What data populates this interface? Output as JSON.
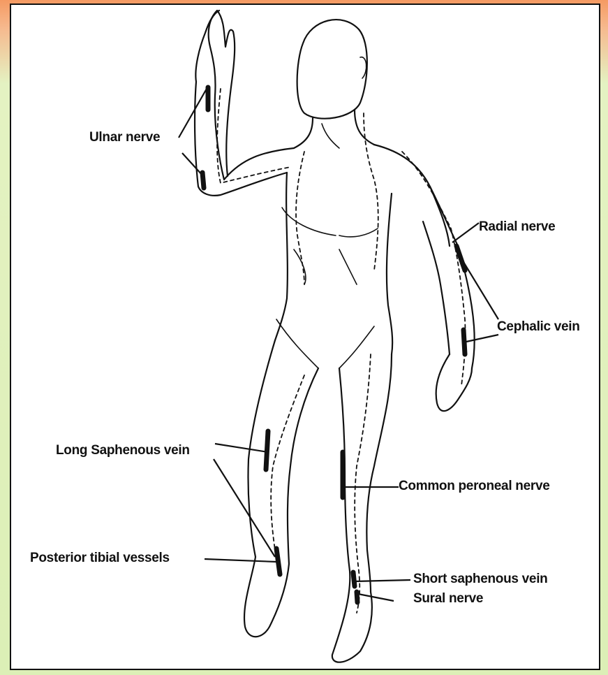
{
  "labels": {
    "ulnar_nerve": "Ulnar nerve",
    "radial_nerve": "Radial nerve",
    "cephalic_vein": "Cephalic vein",
    "long_saphenous_vein": "Long Saphenous vein",
    "common_peroneal_nerve": "Common peroneal nerve",
    "posterior_tibial_vessels": "Posterior tibial vessels",
    "short_saphenous_vein": "Short saphenous vein",
    "sural_nerve": "Sural nerve"
  }
}
